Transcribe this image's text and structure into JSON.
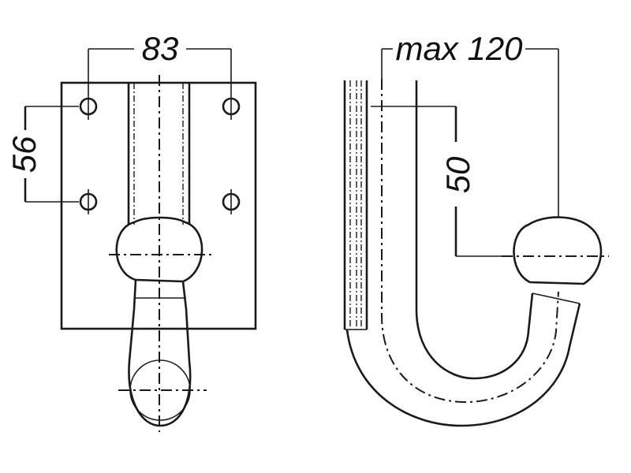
{
  "dimensions": {
    "width_label": "83",
    "height_label": "56",
    "max_label": "max 120",
    "ball_height_label": "50"
  },
  "colors": {
    "ink": "#1a1a1a",
    "paper": "#ffffff"
  }
}
